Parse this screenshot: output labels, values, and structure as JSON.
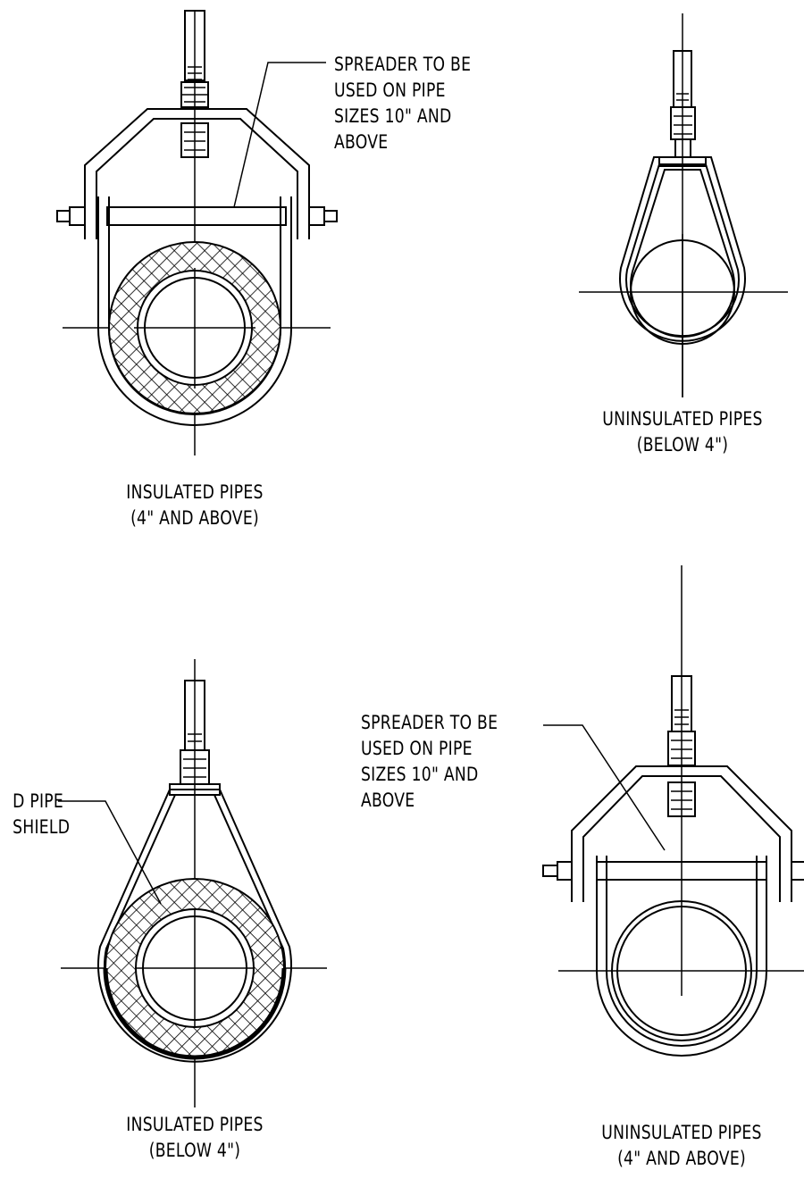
{
  "details": [
    {
      "id": "insulated-clevis",
      "callout": [
        "SPREADER TO BE",
        "USED ON PIPE",
        "SIZES 10\" AND",
        "ABOVE"
      ],
      "caption": [
        "INSULATED PIPES",
        "(4\" AND ABOVE)"
      ]
    },
    {
      "id": "uninsulated-ring",
      "caption": [
        "UNINSULATED PIPES",
        "(BELOW 4\")"
      ]
    },
    {
      "id": "insulated-ring",
      "callout": [
        "D PIPE",
        "SHIELD"
      ],
      "caption": [
        "INSULATED PIPES",
        "(BELOW 4\")"
      ]
    },
    {
      "id": "uninsulated-clevis",
      "callout": [
        "SPREADER TO BE",
        "USED ON PIPE",
        "SIZES 10\" AND",
        "ABOVE"
      ],
      "caption": [
        "UNINSULATED PIPES",
        "(4\" AND ABOVE)"
      ]
    }
  ]
}
